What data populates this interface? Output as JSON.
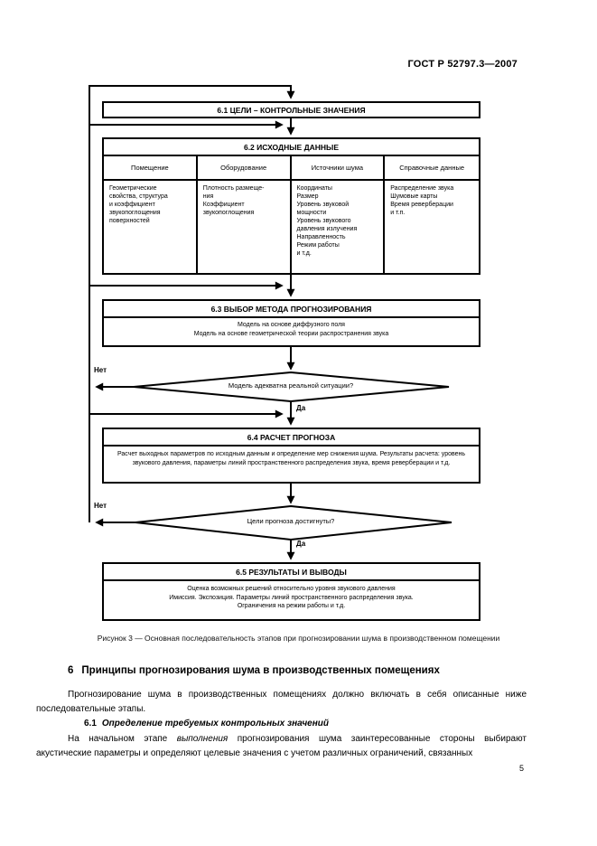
{
  "page": {
    "header": "ГОСТ Р 52797.3—2007",
    "page_number": "5"
  },
  "flowchart": {
    "step1": {
      "title": "6.1  ЦЕЛИ – КОНТРОЛЬНЫЕ ЗНАЧЕНИЯ"
    },
    "step2": {
      "title": "6.2 ИСХОДНЫЕ ДАННЫЕ",
      "columns": [
        {
          "header": "Помещение",
          "content": "Геометрические\nсвойства, структура\nи коэффициент\nзвукопоглощения\nповерхностей"
        },
        {
          "header": "Оборудование",
          "content": "Плотность размеще-\nния\nКоэффициент\nзвукопоглощения"
        },
        {
          "header": "Источники шума",
          "content": "Координаты\nРазмер\nУровень звуковой\nмощности\nУровень звукового\nдавления излучения\nНаправленность\nРежим работы\nи т.д."
        },
        {
          "header": "Справочные данные",
          "content": "Распределение звука\nШумовые карты\nВремя реверберации\nи т.п."
        }
      ]
    },
    "step3": {
      "title": "6.3 ВЫБОР МЕТОДА ПРОГНОЗИРОВАНИЯ",
      "content": "Модель на основе диффузного поля\nМодель на основе геометрической теории распространения звука"
    },
    "decision1": {
      "question": "Модель адекватна реальной ситуации?",
      "no_label": "Нет",
      "yes_label": "Да"
    },
    "step4": {
      "title": "6.4 РАСЧЕТ ПРОГНОЗА",
      "content": "Расчет выходных параметров по исходным данным и определение мер снижения шума. Результаты расчета: уровень звукового давления, параметры линий пространственного распределения звука, время реверберации и т.д."
    },
    "decision2": {
      "question": "Цели прогноза достигнуты?",
      "no_label": "Нет",
      "yes_label": "Да"
    },
    "step5": {
      "title": "6.5 РЕЗУЛЬТАТЫ И ВЫВОДЫ",
      "content": "Оценка возможных решений относительно уровня звукового давления\nИмиссия. Экспозиция. Параметры линий пространственного распределения звука.\nОграничения на режим работы и т.д."
    },
    "caption": "Рисунок 3 — Основная последовательность этапов при прогнозировании шума в производственном помещении"
  },
  "section": {
    "heading_num": "6",
    "heading_text": "Принципы прогнозирования шума в производственных помещениях",
    "para1": "Прогнозирование шума в производственных помещениях должно включать в себя описанные ниже последовательные этапы.",
    "sub_num": "6.1",
    "sub_title": "Определение требуемых контрольных значений",
    "para2_before": "На начальном этапе ",
    "para2_italic": "выполнения",
    "para2_after": " прогнозирования шума заинтересованные стороны выбирают акустические параметры и определяют целевые значения с учетом различных ограничений, связанных"
  }
}
